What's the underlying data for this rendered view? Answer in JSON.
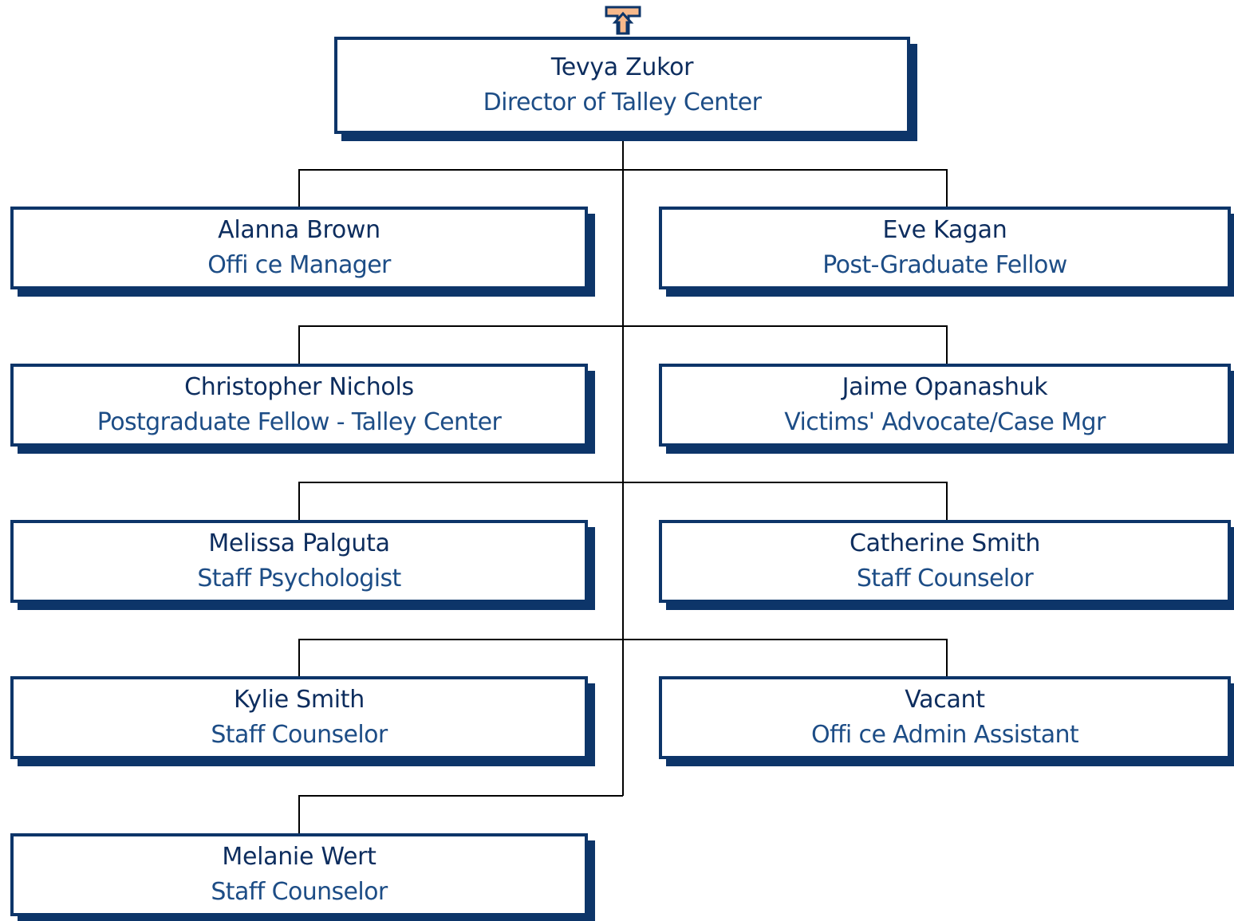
{
  "navigation": {
    "up_arrow_icon": "up-arrow-icon",
    "up_arrow_fill": "#f7b98b",
    "up_arrow_stroke": "#0d3569"
  },
  "colors": {
    "box_border": "#0d3569",
    "name_text": "#0d2d5e",
    "title_text": "#1d4d86",
    "connector": "#000000"
  },
  "org_chart": {
    "root": {
      "name": "Tevya Zukor",
      "title": "Director of Talley Center"
    },
    "reports": [
      {
        "name": "Alanna Brown",
        "title": "Offi ce Manager"
      },
      {
        "name": "Eve Kagan",
        "title": "Post-Graduate Fellow"
      },
      {
        "name": "Christopher Nichols",
        "title": "Postgraduate Fellow - Talley Center"
      },
      {
        "name": "Jaime Opanashuk",
        "title": "Victims' Advocate/Case Mgr"
      },
      {
        "name": "Melissa Palguta",
        "title": "Staff Psychologist"
      },
      {
        "name": "Catherine Smith",
        "title": "Staff Counselor"
      },
      {
        "name": "Kylie Smith",
        "title": "Staff Counselor"
      },
      {
        "name": "Vacant",
        "title": "Offi ce Admin Assistant"
      },
      {
        "name": "Melanie Wert",
        "title": "Staff Counselor"
      }
    ]
  }
}
